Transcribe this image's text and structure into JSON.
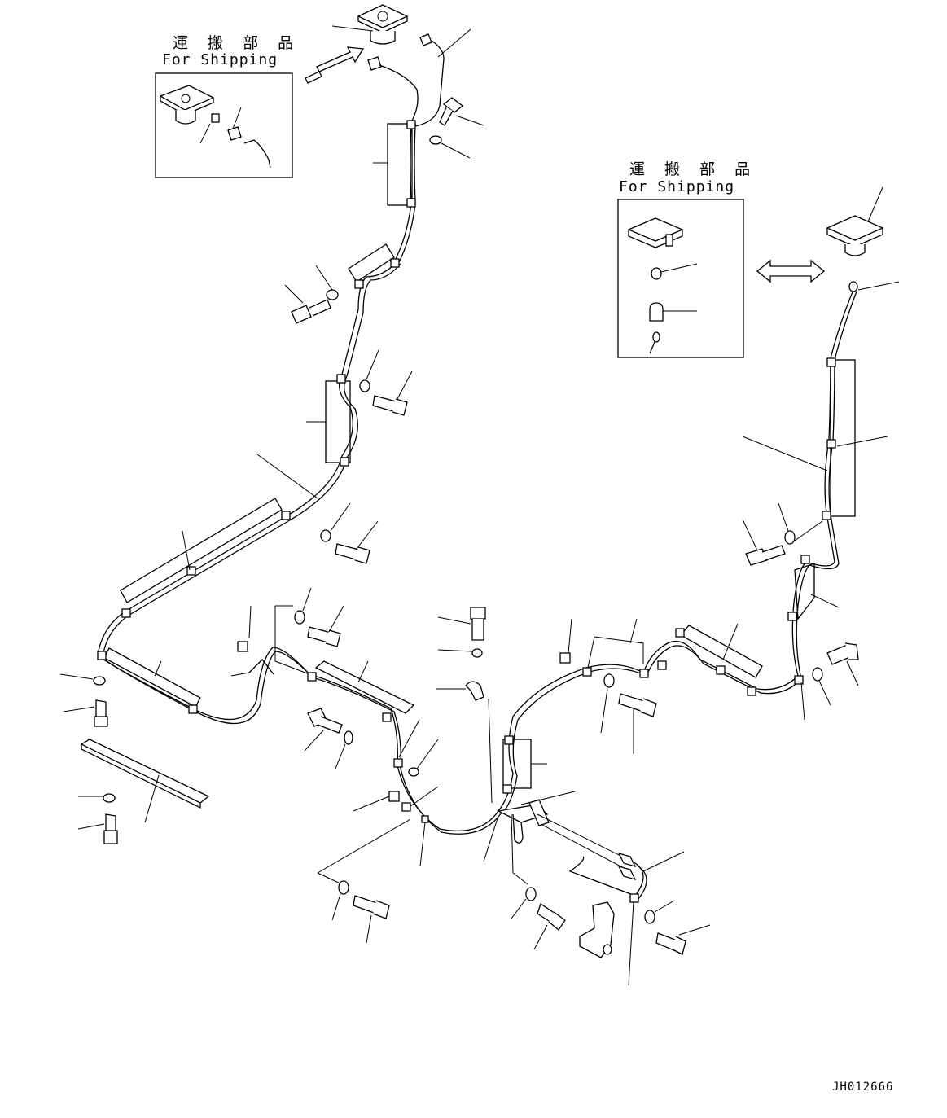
{
  "shipping_box_left": {
    "jp_label": "運 搬 部 品",
    "en_label": "For Shipping"
  },
  "shipping_box_right": {
    "jp_label": "運 搬 部 品",
    "en_label": "For Shipping"
  },
  "drawing_code": "JH012666"
}
